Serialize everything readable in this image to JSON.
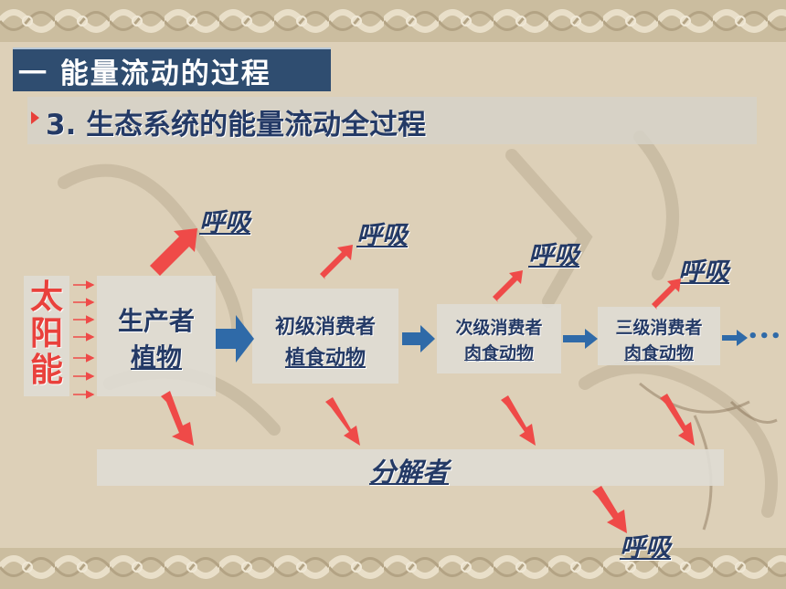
{
  "slide": {
    "title": "一 能量流动的过程",
    "subtitle": "3. 生态系统的能量流动全过程"
  },
  "sun": {
    "label": "太阳能"
  },
  "producer": {
    "line1": "生产者",
    "line2": "植物"
  },
  "primary": {
    "line1": "初级消费者",
    "line2": "植食动物"
  },
  "secondary": {
    "line1": "次级消费者",
    "line2": "肉食动物"
  },
  "tertiary": {
    "line1": "三级消费者",
    "line2": "肉食动物"
  },
  "ellipsis": "•••",
  "decomposer": {
    "label": "分解者"
  },
  "respiration": {
    "producer": "呼吸",
    "primary": "呼吸",
    "secondary": "呼吸",
    "tertiary": "呼吸",
    "decomposer": "呼吸"
  },
  "colors": {
    "title_bg": "#2f4d70",
    "text_navy": "#243a66",
    "red_arrow": "#ef4a48",
    "blue_arrow": "#2f6aa8",
    "sun_red": "#e9413c"
  }
}
